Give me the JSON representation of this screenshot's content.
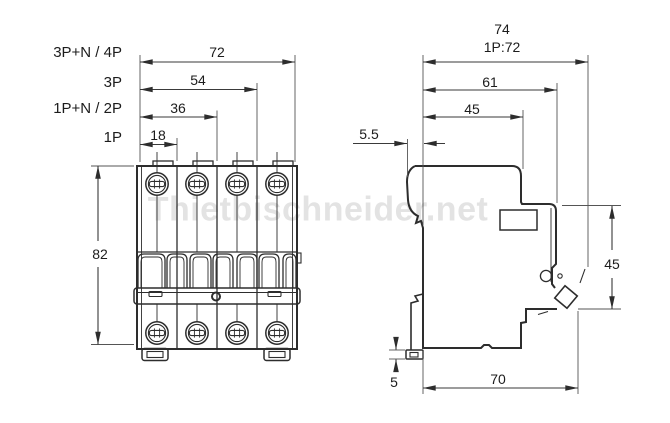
{
  "watermark_text": "Thietbischneider.net",
  "front_view": {
    "config_labels": [
      "3P+N / 4P",
      "3P",
      "1P+N / 2P",
      "1P"
    ],
    "width_dim_4p": "72",
    "width_dim_3p": "54",
    "width_dim_2p": "36",
    "width_dim_1p": "18",
    "height_dim": "82"
  },
  "side_view": {
    "overall_depth": "74",
    "overall_depth_1p": "1P:72",
    "upper_depth": "61",
    "front_depth": "45",
    "handle_protrusion": "5.5",
    "rear_height": "45",
    "base_depth": "70",
    "rail_hook_height": "5"
  }
}
